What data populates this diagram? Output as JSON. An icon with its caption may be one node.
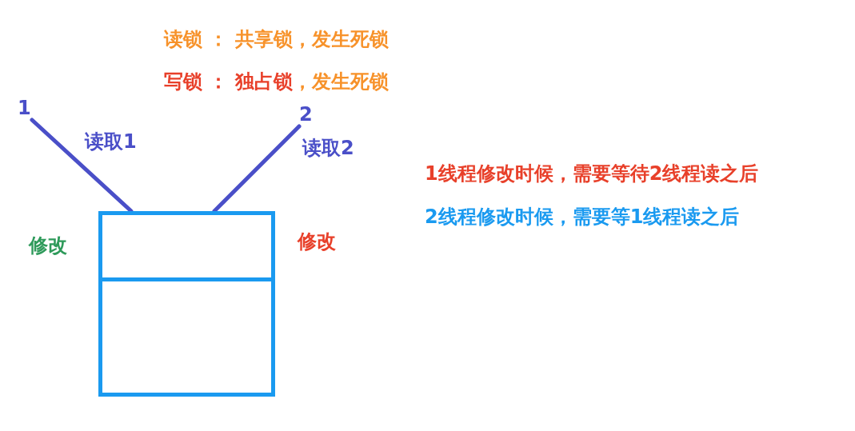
{
  "diagram": {
    "nodes": [
      {
        "text": [
          "1"
        ]
      },
      {
        "text": [
          "2"
        ]
      },
      {
        "text": [],
        "shape": "box"
      }
    ],
    "edges": [
      {
        "from": 0,
        "to": 2,
        "arrow": "none",
        "label": "读取1"
      },
      {
        "from": 1,
        "to": 2,
        "arrow": "none",
        "label": "读取2"
      }
    ],
    "labels": [
      "读锁 ： 共享锁，发生死锁",
      "写锁 ： 独占锁",
      "，发生死锁",
      "修改",
      "修改",
      "1线程修改时候，需要等待2线程读之后",
      "2线程修改时候，需要等1线程读之后"
    ]
  }
}
